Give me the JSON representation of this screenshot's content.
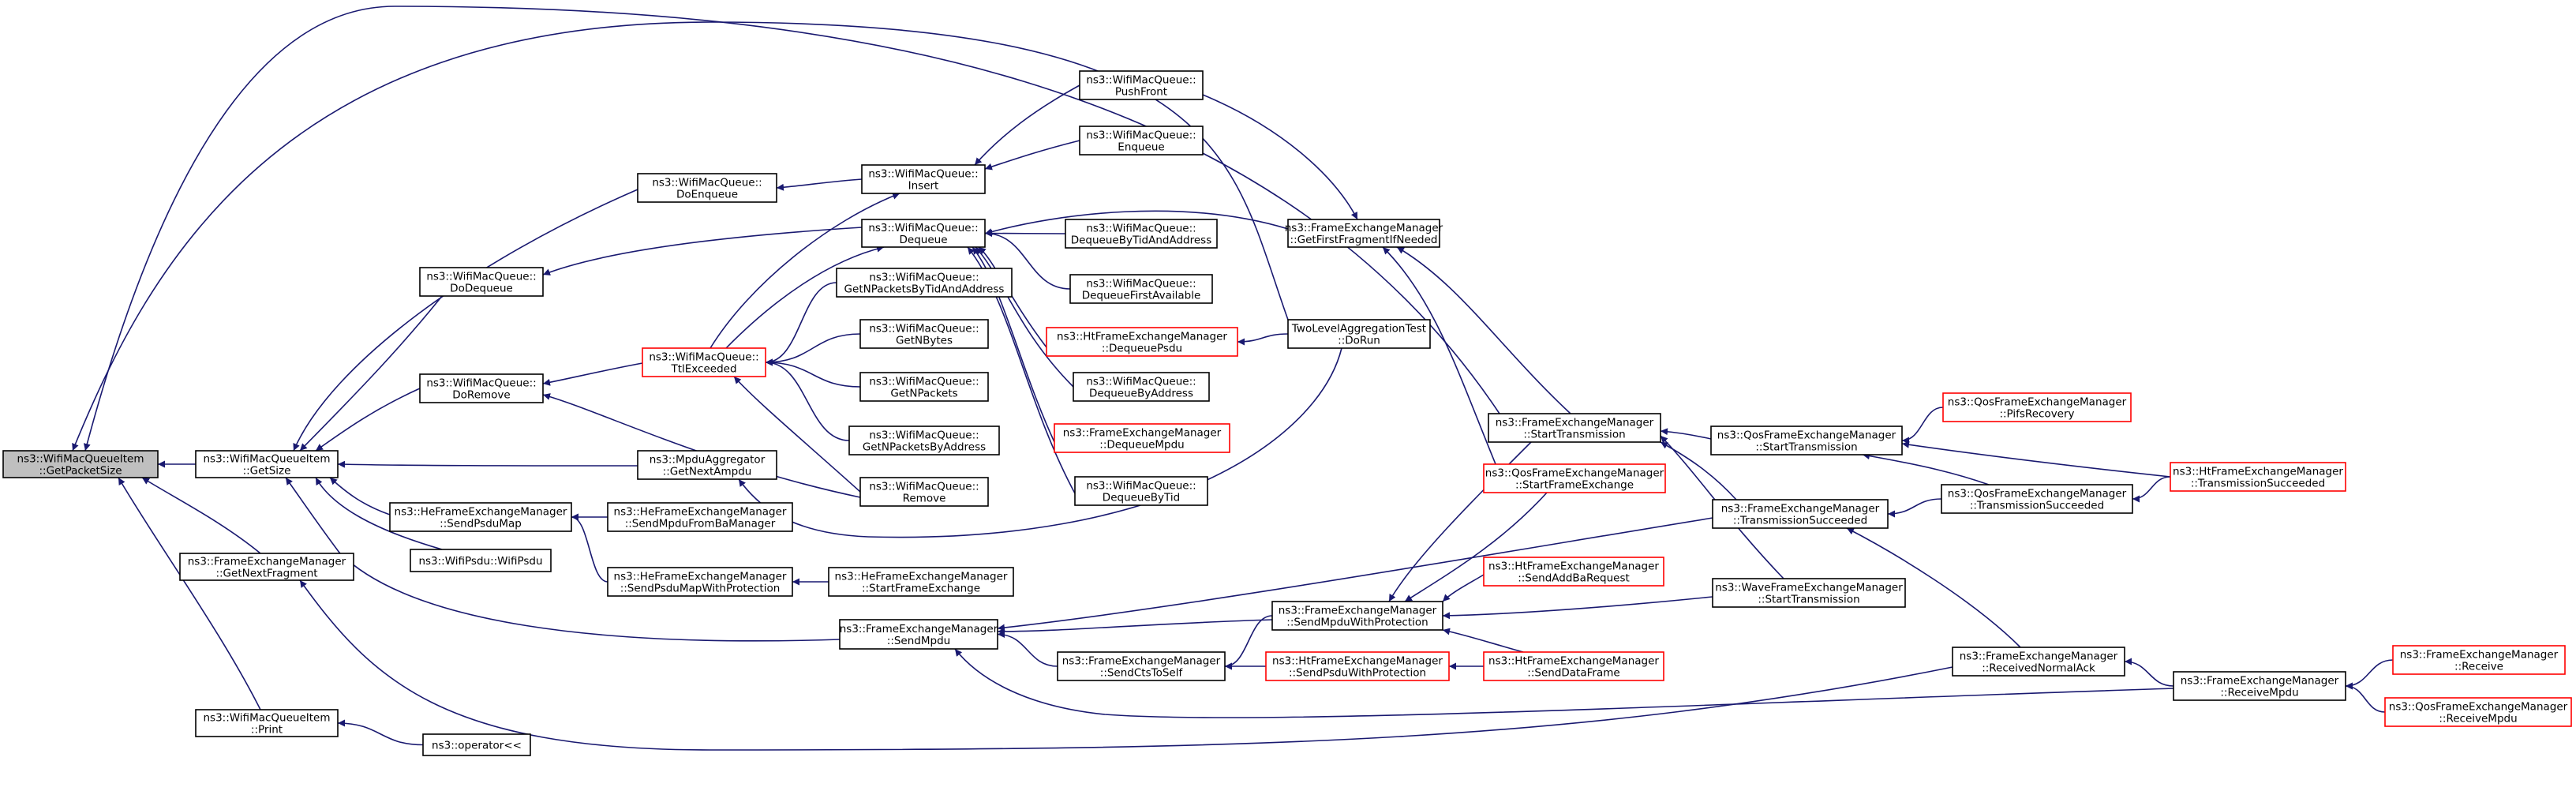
{
  "graph": {
    "nodes": [
      {
        "id": "root",
        "lines": [
          "ns3::WifiMacQueueItem",
          "::GetPacketSize"
        ],
        "root": true
      },
      {
        "id": "getsize",
        "lines": [
          "ns3::WifiMacQueueItem",
          "::GetSize"
        ]
      },
      {
        "id": "getnextfragment",
        "lines": [
          "ns3::FrameExchangeManager",
          "::GetNextFragment"
        ]
      },
      {
        "id": "print",
        "lines": [
          "ns3::WifiMacQueueItem",
          "::Print"
        ]
      },
      {
        "id": "operator",
        "lines": [
          "ns3::operator<<"
        ]
      },
      {
        "id": "doenqueue",
        "lines": [
          "ns3::WifiMacQueue::",
          "DoEnqueue"
        ]
      },
      {
        "id": "dodequeue",
        "lines": [
          "ns3::WifiMacQueue::",
          "DoDequeue"
        ]
      },
      {
        "id": "doremove",
        "lines": [
          "ns3::WifiMacQueue::",
          "DoRemove"
        ]
      },
      {
        "id": "insert",
        "lines": [
          "ns3::WifiMacQueue::",
          "Insert"
        ]
      },
      {
        "id": "dequeue",
        "lines": [
          "ns3::WifiMacQueue::",
          "Dequeue"
        ]
      },
      {
        "id": "ttlexceeded",
        "lines": [
          "ns3::WifiMacQueue::",
          "TtlExceeded"
        ],
        "red": true
      },
      {
        "id": "getnpacketsbytid",
        "lines": [
          "ns3::WifiMacQueue::",
          "GetNPacketsByTidAndAddress"
        ]
      },
      {
        "id": "getnbytes",
        "lines": [
          "ns3::WifiMacQueue::",
          "GetNBytes"
        ]
      },
      {
        "id": "getnpackets",
        "lines": [
          "ns3::WifiMacQueue::",
          "GetNPackets"
        ]
      },
      {
        "id": "getnpacketsbyaddr",
        "lines": [
          "ns3::WifiMacQueue::",
          "GetNPacketsByAddress"
        ]
      },
      {
        "id": "remove",
        "lines": [
          "ns3::WifiMacQueue::",
          "Remove"
        ]
      },
      {
        "id": "pushfront",
        "lines": [
          "ns3::WifiMacQueue::",
          "PushFront"
        ]
      },
      {
        "id": "enqueue",
        "lines": [
          "ns3::WifiMacQueue::",
          "Enqueue"
        ]
      },
      {
        "id": "dequeuebytidaddr",
        "lines": [
          "ns3::WifiMacQueue::",
          "DequeueByTidAndAddress"
        ]
      },
      {
        "id": "dequeuefirst",
        "lines": [
          "ns3::WifiMacQueue::",
          "DequeueFirstAvailable"
        ]
      },
      {
        "id": "htdequeuepsdu",
        "lines": [
          "ns3::HtFrameExchangeManager",
          "::DequeuePsdu"
        ],
        "red": true
      },
      {
        "id": "dequeuebyaddr",
        "lines": [
          "ns3::WifiMacQueue::",
          "DequeueByAddress"
        ]
      },
      {
        "id": "fedequeuempdu",
        "lines": [
          "ns3::FrameExchangeManager",
          "::DequeueMpdu"
        ],
        "red": true
      },
      {
        "id": "dequeuebytid",
        "lines": [
          "ns3::WifiMacQueue::",
          "DequeueByTid"
        ]
      },
      {
        "id": "getfirstfragment",
        "lines": [
          "ns3::FrameExchangeManager",
          "::GetFirstFragmentIfNeeded"
        ]
      },
      {
        "id": "twolevel",
        "lines": [
          "TwoLevelAggregationTest",
          "::DoRun"
        ]
      },
      {
        "id": "getnextampdu",
        "lines": [
          "ns3::MpduAggregator",
          "::GetNextAmpdu"
        ]
      },
      {
        "id": "hesendpsdumap",
        "lines": [
          "ns3::HeFrameExchangeManager",
          "::SendPsduMap"
        ]
      },
      {
        "id": "hesendmpdufromba",
        "lines": [
          "ns3::HeFrameExchangeManager",
          "::SendMpduFromBaManager"
        ]
      },
      {
        "id": "wifipsdu",
        "lines": [
          "ns3::WifiPsdu::WifiPsdu"
        ]
      },
      {
        "id": "hesendpsdumapprot",
        "lines": [
          "ns3::HeFrameExchangeManager",
          "::SendPsduMapWithProtection"
        ]
      },
      {
        "id": "hestartframe",
        "lines": [
          "ns3::HeFrameExchangeManager",
          "::StartFrameExchange"
        ]
      },
      {
        "id": "fesendmpdu",
        "lines": [
          "ns3::FrameExchangeManager",
          "::SendMpdu"
        ]
      },
      {
        "id": "fesendcts",
        "lines": [
          "ns3::FrameExchangeManager",
          "::SendCtsToSelf"
        ]
      },
      {
        "id": "fesendmpduprot",
        "lines": [
          "ns3::FrameExchangeManager",
          "::SendMpduWithProtection"
        ]
      },
      {
        "id": "htsendpsduprot",
        "lines": [
          "ns3::HtFrameExchangeManager",
          "::SendPsduWithProtection"
        ],
        "red": true
      },
      {
        "id": "htsendaddba",
        "lines": [
          "ns3::HtFrameExchangeManager",
          "::SendAddBaRequest"
        ],
        "red": true
      },
      {
        "id": "htsenddata",
        "lines": [
          "ns3::HtFrameExchangeManager",
          "::SendDataFrame"
        ],
        "red": true
      },
      {
        "id": "festarttx",
        "lines": [
          "ns3::FrameExchangeManager",
          "::StartTransmission"
        ]
      },
      {
        "id": "qosstartframe",
        "lines": [
          "ns3::QosFrameExchangeManager",
          "::StartFrameExchange"
        ],
        "red": true
      },
      {
        "id": "qosstarttx",
        "lines": [
          "ns3::QosFrameExchangeManager",
          "::StartTransmission"
        ]
      },
      {
        "id": "fetxsucceeded",
        "lines": [
          "ns3::FrameExchangeManager",
          "::TransmissionSucceeded"
        ]
      },
      {
        "id": "wavestarttx",
        "lines": [
          "ns3::WaveFrameExchangeManager",
          "::StartTransmission"
        ]
      },
      {
        "id": "qospifs",
        "lines": [
          "ns3::QosFrameExchangeManager",
          "::PifsRecovery"
        ],
        "red": true
      },
      {
        "id": "qostxsucceeded",
        "lines": [
          "ns3::QosFrameExchangeManager",
          "::TransmissionSucceeded"
        ]
      },
      {
        "id": "httxsucceeded",
        "lines": [
          "ns3::HtFrameExchangeManager",
          "::TransmissionSucceeded"
        ],
        "red": true
      },
      {
        "id": "fereceivednormalack",
        "lines": [
          "ns3::FrameExchangeManager",
          "::ReceivedNormalAck"
        ]
      },
      {
        "id": "fereceivempdu",
        "lines": [
          "ns3::FrameExchangeManager",
          "::ReceiveMpdu"
        ]
      },
      {
        "id": "fereceive",
        "lines": [
          "ns3::FrameExchangeManager",
          "::Receive"
        ],
        "red": true
      },
      {
        "id": "qosreceivempdu",
        "lines": [
          "ns3::QosFrameExchangeManager",
          "::ReceiveMpdu"
        ],
        "red": true
      }
    ],
    "edges": [
      [
        "getsize",
        "root"
      ],
      [
        "getnextfragment",
        "root"
      ],
      [
        "print",
        "root"
      ],
      [
        "festarttx",
        "root"
      ],
      [
        "twolevel",
        "root"
      ],
      [
        "operator",
        "print"
      ],
      [
        "doenqueue",
        "getsize"
      ],
      [
        "dodequeue",
        "getsize"
      ],
      [
        "doremove",
        "getsize"
      ],
      [
        "getnextampdu",
        "getsize"
      ],
      [
        "hesendpsdumap",
        "getsize"
      ],
      [
        "wifipsdu",
        "getsize"
      ],
      [
        "fesendmpdu",
        "getsize"
      ],
      [
        "fereceivednormalack",
        "getnextfragment"
      ],
      [
        "insert",
        "doenqueue"
      ],
      [
        "dequeue",
        "dodequeue"
      ],
      [
        "ttlexceeded",
        "doremove"
      ],
      [
        "remove",
        "doremove"
      ],
      [
        "pushfront",
        "insert"
      ],
      [
        "enqueue",
        "insert"
      ],
      [
        "ttlexceeded",
        "insert"
      ],
      [
        "ttlexceeded",
        "dequeue"
      ],
      [
        "getfirstfragment",
        "dequeue"
      ],
      [
        "dequeuebytidaddr",
        "dequeue"
      ],
      [
        "dequeuefirst",
        "dequeue"
      ],
      [
        "htdequeuepsdu",
        "dequeue"
      ],
      [
        "dequeuebyaddr",
        "dequeue"
      ],
      [
        "fedequeuempdu",
        "dequeue"
      ],
      [
        "dequeuebytid",
        "dequeue"
      ],
      [
        "getnpacketsbytid",
        "ttlexceeded"
      ],
      [
        "getnbytes",
        "ttlexceeded"
      ],
      [
        "getnpackets",
        "ttlexceeded"
      ],
      [
        "getnpacketsbyaddr",
        "ttlexceeded"
      ],
      [
        "remove",
        "ttlexceeded"
      ],
      [
        "twolevel",
        "htdequeuepsdu"
      ],
      [
        "pushfront",
        "getfirstfragment"
      ],
      [
        "festarttx",
        "getfirstfragment"
      ],
      [
        "qosstartframe",
        "getfirstfragment"
      ],
      [
        "twolevel",
        "getnextampdu"
      ],
      [
        "hesendmpdufromba",
        "hesendpsdumap"
      ],
      [
        "hesendpsdumapprot",
        "hesendpsdumap"
      ],
      [
        "hestartframe",
        "hesendpsdumapprot"
      ],
      [
        "fesendcts",
        "fesendmpdu"
      ],
      [
        "fesendmpduprot",
        "fesendmpdu"
      ],
      [
        "fereceivempdu",
        "fesendmpdu"
      ],
      [
        "fetxsucceeded",
        "fesendmpdu"
      ],
      [
        "fesendmpduprot",
        "fesendcts"
      ],
      [
        "htsendpsduprot",
        "fesendcts"
      ],
      [
        "festarttx",
        "fesendmpduprot"
      ],
      [
        "qosstartframe",
        "fesendmpduprot"
      ],
      [
        "htsendaddba",
        "fesendmpduprot"
      ],
      [
        "htsenddata",
        "fesendmpduprot"
      ],
      [
        "wavestarttx",
        "fesendmpduprot"
      ],
      [
        "htsenddata",
        "htsendpsduprot"
      ],
      [
        "qosstarttx",
        "festarttx"
      ],
      [
        "fetxsucceeded",
        "festarttx"
      ],
      [
        "wavestarttx",
        "festarttx"
      ],
      [
        "qospifs",
        "qosstarttx"
      ],
      [
        "qostxsucceeded",
        "qosstarttx"
      ],
      [
        "httxsucceeded",
        "qosstarttx"
      ],
      [
        "qostxsucceeded",
        "fetxsucceeded"
      ],
      [
        "fereceivednormalack",
        "fetxsucceeded"
      ],
      [
        "httxsucceeded",
        "qostxsucceeded"
      ],
      [
        "fereceivempdu",
        "fereceivednormalack"
      ],
      [
        "fereceive",
        "fereceivempdu"
      ],
      [
        "qosreceivempdu",
        "fereceivempdu"
      ]
    ]
  }
}
